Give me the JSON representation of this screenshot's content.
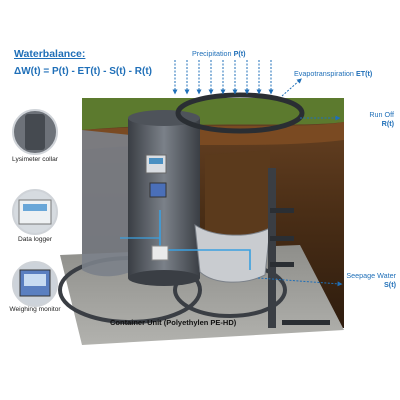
{
  "heading": "Waterbalance:",
  "equation": {
    "lhs": "ΔW(t) = P(t) - ET(t) - S(t) - R(t)"
  },
  "labels": {
    "precipitation": {
      "text": "Precipitation ",
      "symbol": "P(t)"
    },
    "evapotranspiration": {
      "text": "Evapotranspiration ",
      "symbol": "ET(t)"
    },
    "runoff": {
      "text": "Run Off",
      "symbol": "R(t)"
    },
    "seepage": {
      "text": "Seepage Water",
      "symbol": "S(t)"
    }
  },
  "side_items": [
    {
      "label": "Lysimeter collar",
      "icon": "lysimeter-collar-photo"
    },
    {
      "label": "Data logger",
      "icon": "data-logger-photo"
    },
    {
      "label": "Weighing monitor",
      "icon": "weighing-monitor-photo"
    }
  ],
  "container_label": "Container Unit (Polyethylen PE-HD)",
  "colors": {
    "accent_blue": "#1f6fb8",
    "soil_dark": "#4a2e16",
    "soil_mid": "#7a4a22",
    "grass": "#5c7a2e",
    "steel": "#5a5f66",
    "concrete": "#9a9a96"
  }
}
